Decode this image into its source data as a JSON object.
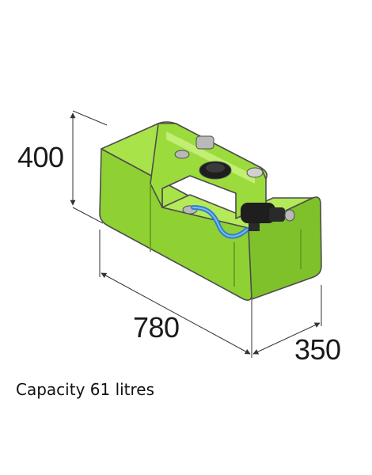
{
  "dimensions": {
    "height": "400",
    "length": "780",
    "width": "350"
  },
  "caption": "Capacity 61 litres",
  "colors": {
    "tank_body": "#9bdc3c",
    "tank_shadow": "#6fb325",
    "tank_highlight": "#c2ee74",
    "outline": "#4d4d4d",
    "hose": "#2f7fd0",
    "pump": "#1e1e1e",
    "fitting": "#b9b9b9",
    "dimension_line": "#333333"
  },
  "icons": {
    "main": "water-tank-icon",
    "pump": "water-pump-icon",
    "hose": "hose-icon",
    "cap": "filler-cap-icon"
  }
}
